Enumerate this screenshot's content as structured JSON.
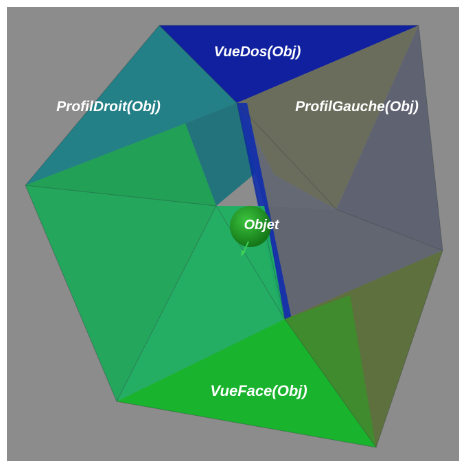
{
  "scene": {
    "labels": {
      "back": "VueDos(Obj)",
      "right_profile": "ProfilDroit(Obj)",
      "left_profile": "ProfilGauche(Obj)",
      "center": "Objet",
      "front": "VueFace(Obj)"
    },
    "colors": {
      "background": "#8c8c8c",
      "frame": "#ffffff",
      "back_face": "#0a1aa0",
      "right_face": "#157a80",
      "left_face": "#6a6e5a",
      "front_face": "#18b030",
      "front_green": "#20b85a",
      "center_sphere": "#1f9a1f"
    }
  }
}
